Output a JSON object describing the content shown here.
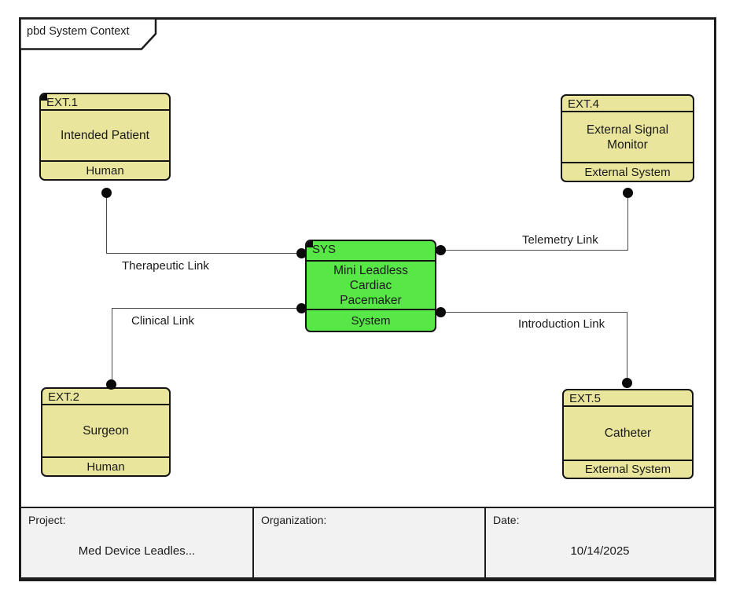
{
  "tab": {
    "label": "pbd System Context"
  },
  "blocks": {
    "ext1": {
      "id": "EXT.1",
      "name": "Intended Patient",
      "type": "Human"
    },
    "ext2": {
      "id": "EXT.2",
      "name": "Surgeon",
      "type": "Human"
    },
    "ext4": {
      "id": "EXT.4",
      "name": "External Signal Monitor",
      "type": "External System"
    },
    "ext5": {
      "id": "EXT.5",
      "name": "Catheter",
      "type": "External System"
    },
    "sys": {
      "id": "SYS",
      "name": "Mini Leadless Cardiac Pacemaker",
      "type": "System"
    }
  },
  "links": {
    "therapeutic": {
      "label": "Therapeutic Link"
    },
    "telemetry": {
      "label": "Telemetry Link"
    },
    "clinical": {
      "label": "Clinical Link"
    },
    "introduction": {
      "label": "Introduction Link"
    }
  },
  "footer": {
    "project_label": "Project:",
    "project_value": "Med Device Leadles...",
    "organization_label": "Organization:",
    "organization_value": "",
    "date_label": "Date:",
    "date_value": "10/14/2025"
  },
  "colors": {
    "external_fill": "#e9e59c",
    "system_fill": "#57e747",
    "block_border": "#141414",
    "frame_border": "#1c1c1c",
    "line_color": "#4a4a4a",
    "footer_bg": "#f2f2f2"
  }
}
